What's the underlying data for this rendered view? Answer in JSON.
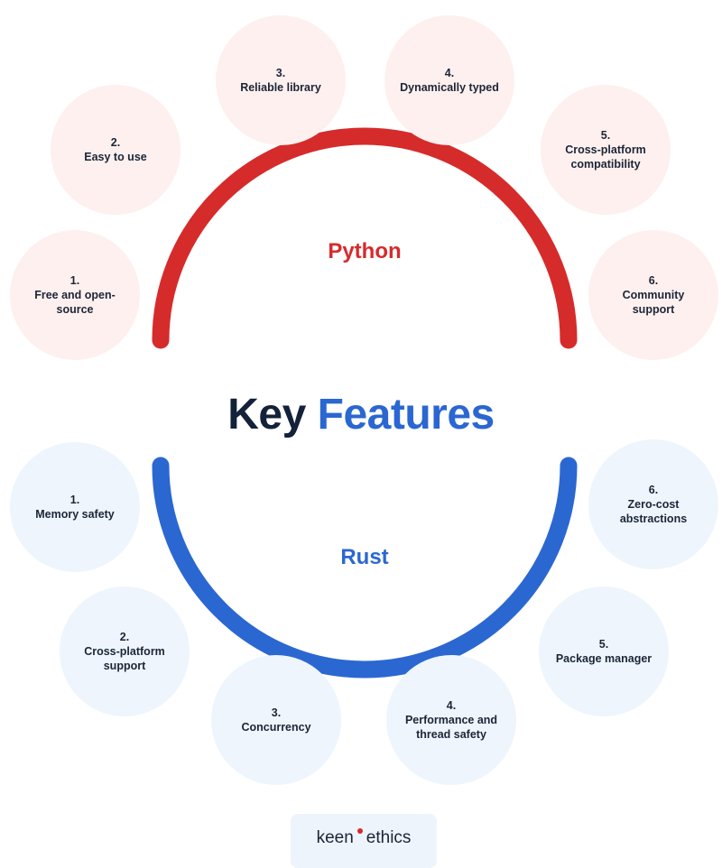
{
  "colors": {
    "python": "#d62b2b",
    "rust": "#2b67d1",
    "title_dark": "#13213a",
    "python_bubble": "#fdf0ef",
    "rust_bubble": "#eef5fd"
  },
  "title": {
    "part1": "Key",
    "part2": "Features"
  },
  "python": {
    "label": "Python",
    "features": [
      {
        "num": "1.",
        "text": "Free and open-source"
      },
      {
        "num": "2.",
        "text": "Easy to use"
      },
      {
        "num": "3.",
        "text": "Reliable library"
      },
      {
        "num": "4.",
        "text": "Dynamically typed"
      },
      {
        "num": "5.",
        "text": "Cross-platform compatibility"
      },
      {
        "num": "6.",
        "text": "Community support"
      }
    ]
  },
  "rust": {
    "label": "Rust",
    "features": [
      {
        "num": "1.",
        "text": "Memory safety"
      },
      {
        "num": "2.",
        "text": "Cross-platform support"
      },
      {
        "num": "3.",
        "text": "Concurrency"
      },
      {
        "num": "4.",
        "text": "Performance and thread safety"
      },
      {
        "num": "5.",
        "text": "Package manager"
      },
      {
        "num": "6.",
        "text": "Zero-cost abstractions"
      }
    ]
  },
  "logo": {
    "left": "keen",
    "right": "ethics"
  }
}
